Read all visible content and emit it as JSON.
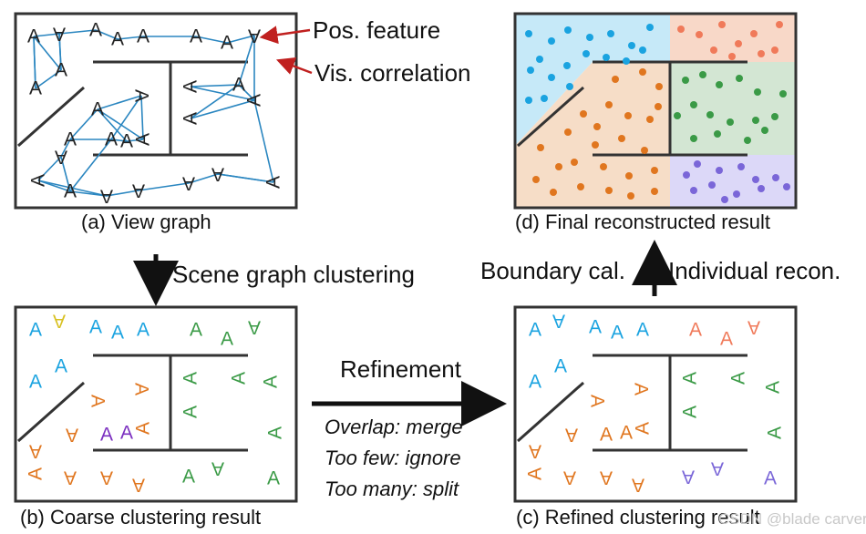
{
  "panels": {
    "a": {
      "caption": "(a) View graph"
    },
    "b": {
      "caption": "(b) Coarse clustering result"
    },
    "c": {
      "caption": "(c) Refined clustering result"
    },
    "d": {
      "caption": "(d) Final reconstructed result"
    }
  },
  "annotations": {
    "pos_feature": "Pos. feature",
    "vis_correlation": "Vis. correlation"
  },
  "arrows": {
    "down_label": "Scene graph clustering",
    "right_label": "Refinement",
    "up_left_label": "Boundary cal.",
    "up_right_label": "Individual recon."
  },
  "refinement_rules": [
    "Overlap: merge",
    "Too few: ignore",
    "Too many: split"
  ],
  "camera_glyph": "A",
  "watermark": "CSDN @blade carver",
  "colors": {
    "blue": "#1aa3e0",
    "orange": "#e0761f",
    "green": "#3a9a46",
    "purple": "#7b2fc0",
    "yellow": "#d8c020",
    "salmon": "#f07a5a",
    "lavender": "#7a66d8",
    "edge": "#2a86c0",
    "red_arrow": "#c0201f",
    "region_blue": "#c6e9f8",
    "region_orange": "#f6ddc7",
    "region_salmon": "#f8d8c8",
    "region_green": "#d3e6d3",
    "region_purple": "#dcd8f8"
  }
}
